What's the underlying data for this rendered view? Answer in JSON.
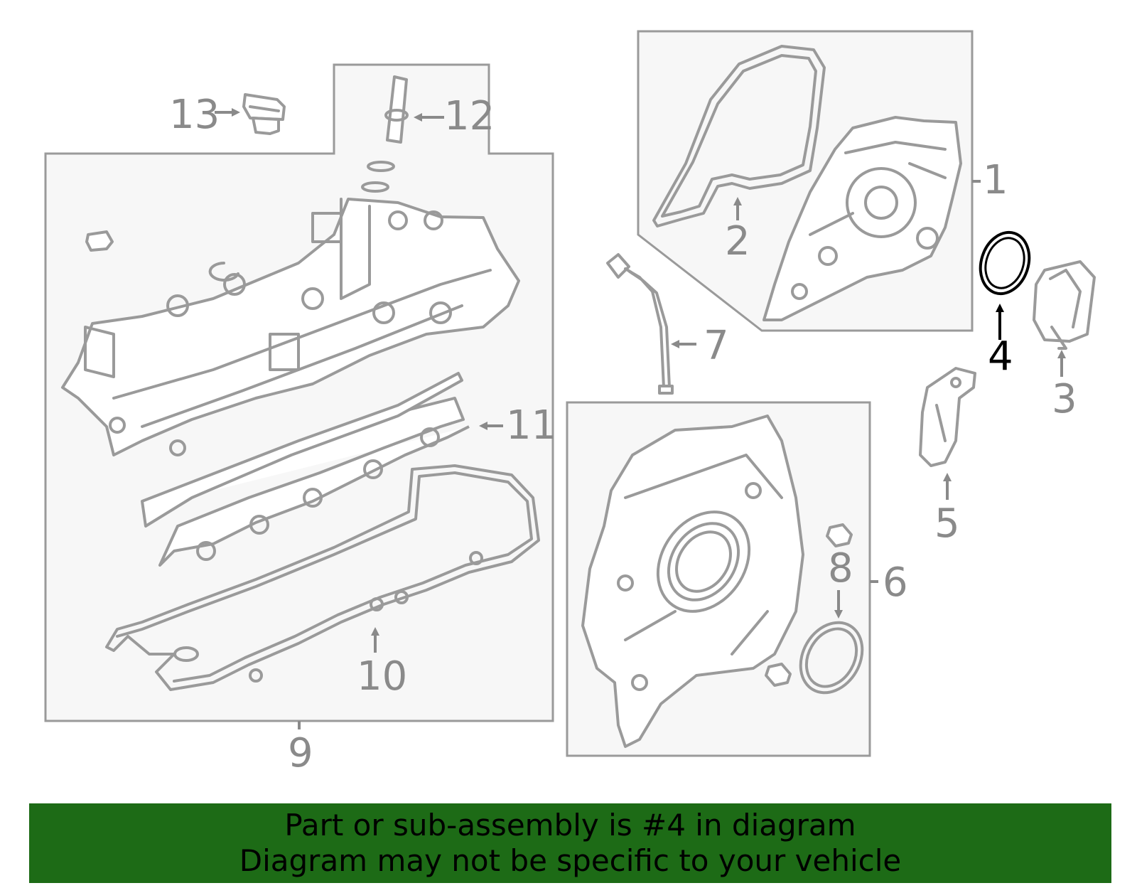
{
  "callouts": {
    "c1": "1",
    "c2": "2",
    "c3": "3",
    "c4": "4",
    "c5": "5",
    "c6": "6",
    "c7": "7",
    "c8": "8",
    "c9": "9",
    "c10": "10",
    "c11": "11",
    "c12": "12",
    "c13": "13"
  },
  "highlighted_part": "4",
  "colors": {
    "banner": "#1d6b16",
    "highlight": "#000000",
    "parts": "#9a9a9a"
  },
  "banner": {
    "line1": "Part or sub-assembly is #4 in diagram",
    "line2": "Diagram may not be specific to your vehicle"
  }
}
